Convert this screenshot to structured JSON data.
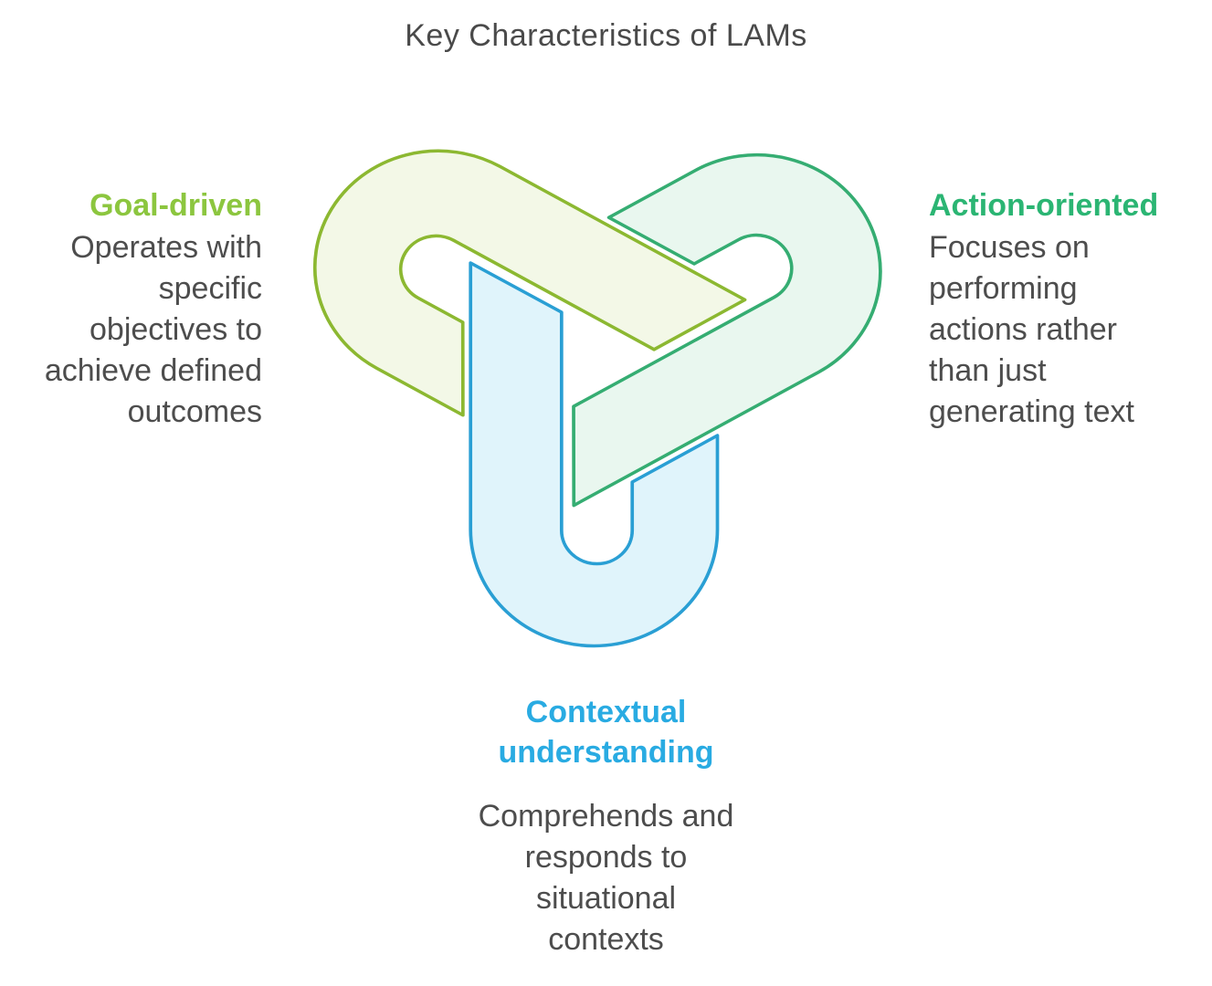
{
  "title": "Key Characteristics of LAMs",
  "palette": {
    "heading_green": "#8CC63F",
    "heading_teal": "#2BB573",
    "heading_blue": "#29ABE2",
    "title_text": "#4A4A4A",
    "body_text": "#4D4D4D"
  },
  "knot": {
    "green": {
      "stroke": "#8CB831",
      "fill": "#F3F8E7"
    },
    "teal": {
      "stroke": "#35AD72",
      "fill": "#E9F7EF"
    },
    "blue": {
      "stroke": "#2A9FD4",
      "fill": "#E0F4FB"
    }
  },
  "items": {
    "goal": {
      "heading": "Goal-driven",
      "body": "Operates with\nspecific\nobjectives to\nachieve defined\noutcomes"
    },
    "action": {
      "heading": "Action-oriented",
      "body": "Focuses on\nperforming\nactions rather\nthan just\ngenerating text"
    },
    "context": {
      "heading": "Contextual\nunderstanding",
      "body": "Comprehends and\nresponds to\nsituational\ncontexts"
    }
  }
}
